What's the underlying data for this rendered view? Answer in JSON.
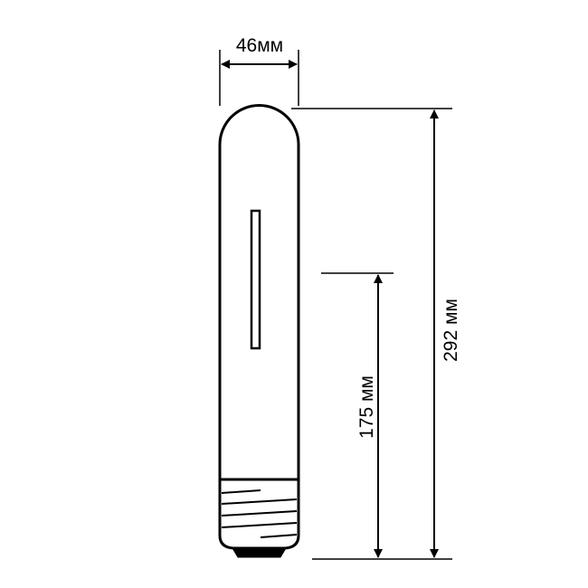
{
  "dimensions": {
    "diameter": "46мм",
    "total_length": "292 мм",
    "light_center_length": "175 мм"
  },
  "colors": {
    "line": "#000000",
    "background": "#ffffff"
  }
}
